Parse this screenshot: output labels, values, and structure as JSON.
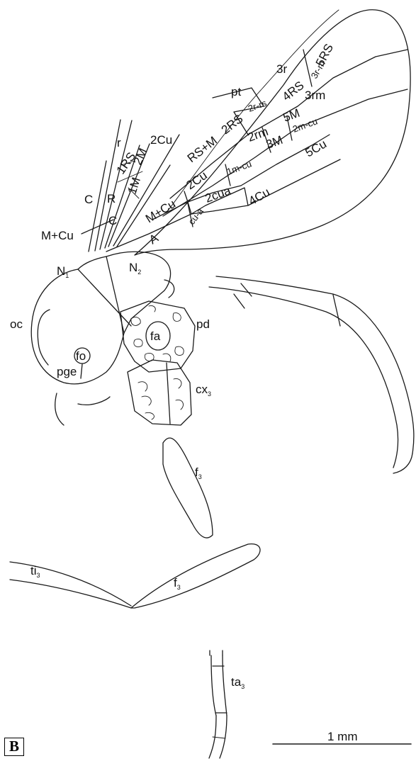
{
  "figure": {
    "panel_letter": "B",
    "scale_bar_label": "1 mm"
  },
  "labels": {
    "pt": "pt",
    "r3": "3r",
    "rs5": "5RS",
    "rs4": "4RS",
    "r2rs": "2r-rs",
    "rm3": "3rm",
    "r3m": "3r-m",
    "rm2": "2rm",
    "rs2": "2RS",
    "rsm": "RS+M",
    "m5": "5M",
    "m3": "3M",
    "m2cu": "2m-cu",
    "m1cu": "1m-cu",
    "cu5": "5Cu",
    "cu2": "2Cu",
    "cua2": "2cua",
    "cu4": "4Cu",
    "cua": "cu-a",
    "mcu": "M+Cu",
    "a": "A",
    "r": "r",
    "rs1": "1RS",
    "m2": "2M",
    "cu2b": "2Cu",
    "m1": "1M",
    "R": "R",
    "C1": "C",
    "C2": "C",
    "mcu2": "M+Cu",
    "n1": "N",
    "n1sub": "1",
    "n2": "N",
    "n2sub": "2",
    "oc": "oc",
    "fo": "fo",
    "pge": "pge",
    "fa": "fa",
    "pd": "pd",
    "cx3": "cx",
    "cx3sub": "3",
    "f3a": "f",
    "f3asub": "3",
    "ti3": "ti",
    "ti3sub": "3",
    "f3b": "f",
    "f3bsub": "3",
    "ta3": "ta",
    "ta3sub": "3"
  }
}
